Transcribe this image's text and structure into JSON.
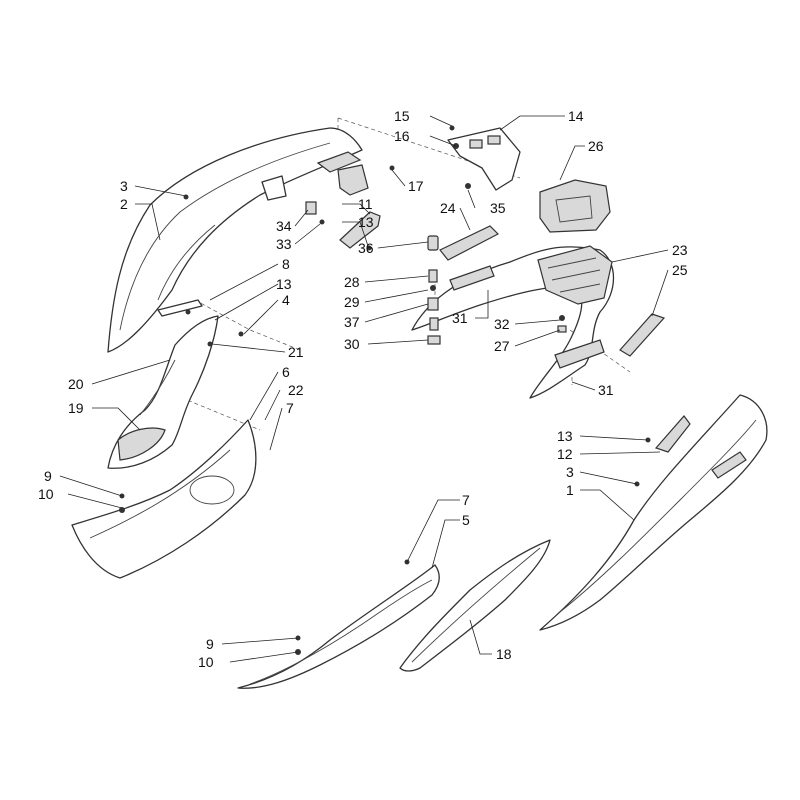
{
  "diagram": {
    "labels": {
      "l1": "1",
      "l2": "2",
      "l3a": "3",
      "l3b": "3",
      "l4": "4",
      "l5": "5",
      "l6": "6",
      "l7a": "7",
      "l7b": "7",
      "l8": "8",
      "l9a": "9",
      "l9b": "9",
      "l10a": "10",
      "l10b": "10",
      "l11": "11",
      "l12": "12",
      "l13a": "13",
      "l13b": "13",
      "l13c": "13",
      "l14": "14",
      "l15": "15",
      "l16": "16",
      "l17": "17",
      "l18": "18",
      "l19": "19",
      "l20": "20",
      "l21": "21",
      "l22": "22",
      "l23": "23",
      "l24": "24",
      "l25": "25",
      "l26": "26",
      "l27": "27",
      "l28": "28",
      "l29": "29",
      "l30": "30",
      "l31a": "31",
      "l31b": "31",
      "l32": "32",
      "l33": "33",
      "l34": "34",
      "l35": "35",
      "l36": "36",
      "l37": "37"
    }
  }
}
